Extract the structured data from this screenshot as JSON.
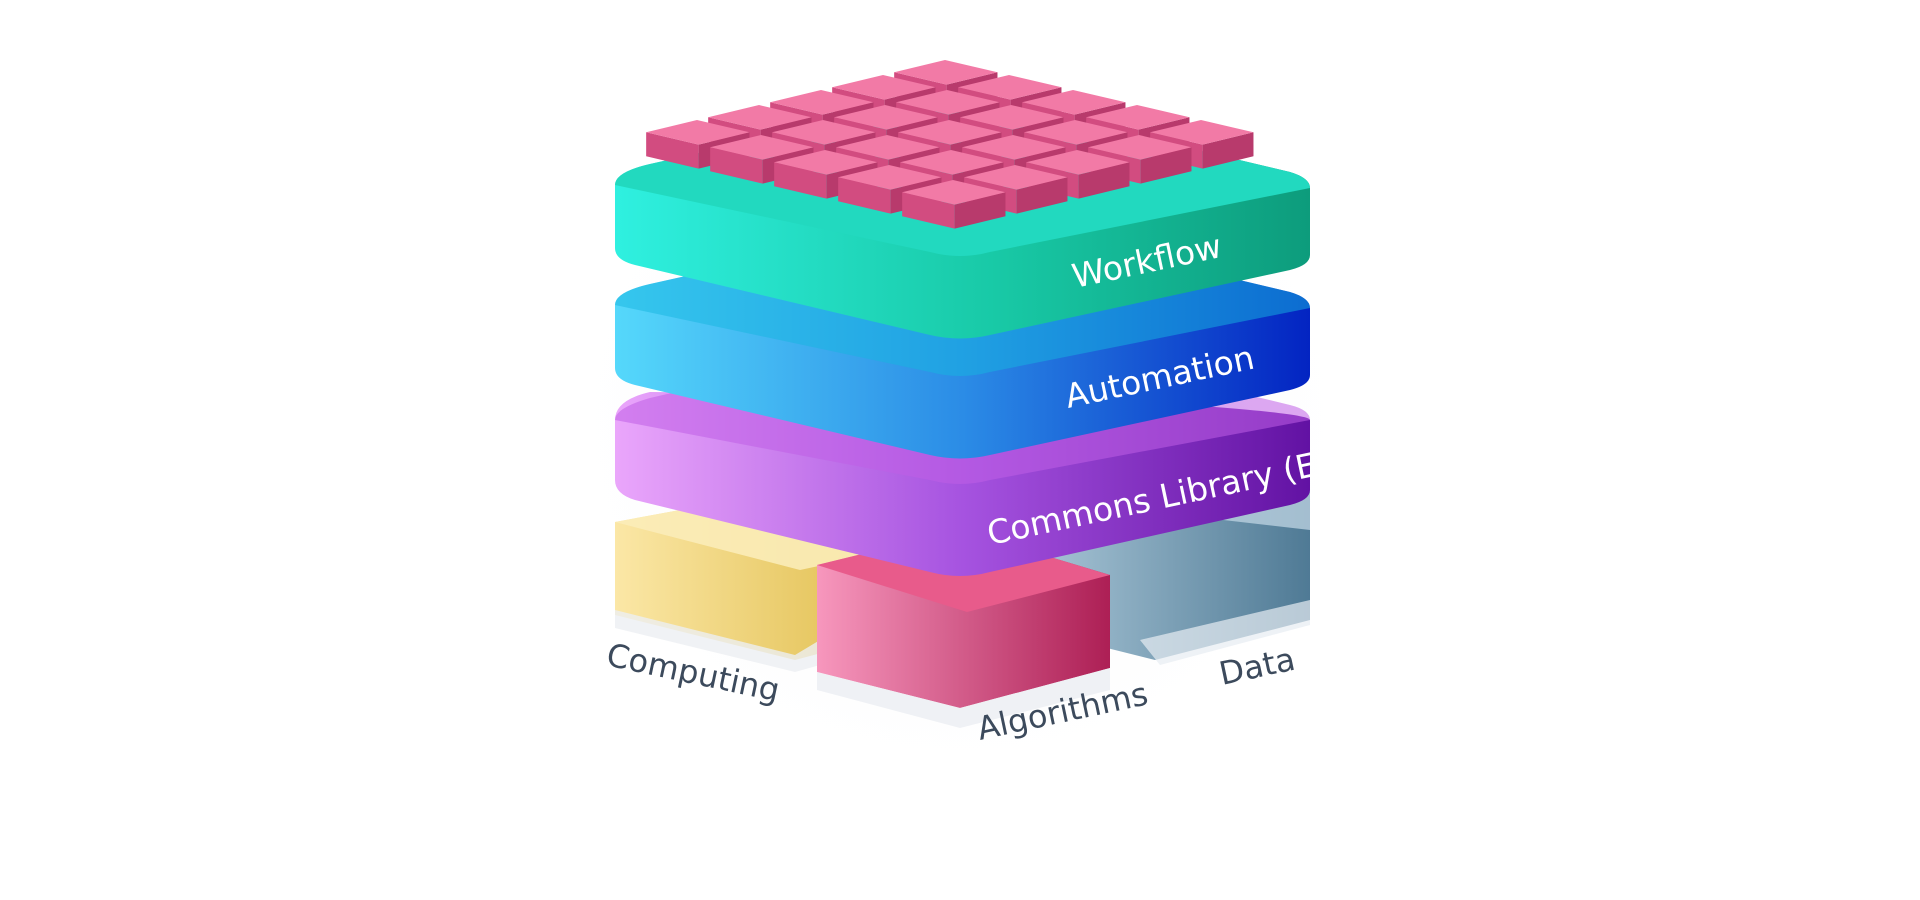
{
  "diagram": {
    "layers": [
      {
        "id": "workflow",
        "label": "Workflow",
        "color_start": "#2ee6d6",
        "color_end": "#0fa884"
      },
      {
        "id": "automation",
        "label": "Automation",
        "color_start": "#52d3f7",
        "color_end": "#0a33c6"
      },
      {
        "id": "commons",
        "label": "Commons Library (EOS)",
        "color_start": "#e6a3f7",
        "color_end": "#6a14a8"
      }
    ],
    "bases": [
      {
        "id": "computing",
        "label": "Computing",
        "color_start": "#fbe39a",
        "color_end": "#e6c45a"
      },
      {
        "id": "algorithms",
        "label": "Algorithms",
        "color_start": "#f48cb2",
        "color_end": "#b8285a"
      },
      {
        "id": "data",
        "label": "Data",
        "color_start": "#9fbcce",
        "color_end": "#58809b"
      }
    ],
    "tile_color_top": "#f27aa6",
    "tile_color_side": "#d24c80",
    "grid": {
      "rows": 5,
      "cols": 5
    }
  }
}
